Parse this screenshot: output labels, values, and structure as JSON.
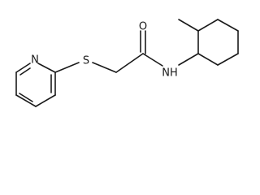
{
  "molecule": {
    "atoms": {
      "pyridine_n": "N",
      "thioether_s": "S",
      "carbonyl_o": "O",
      "amide_nh": "NH"
    }
  }
}
